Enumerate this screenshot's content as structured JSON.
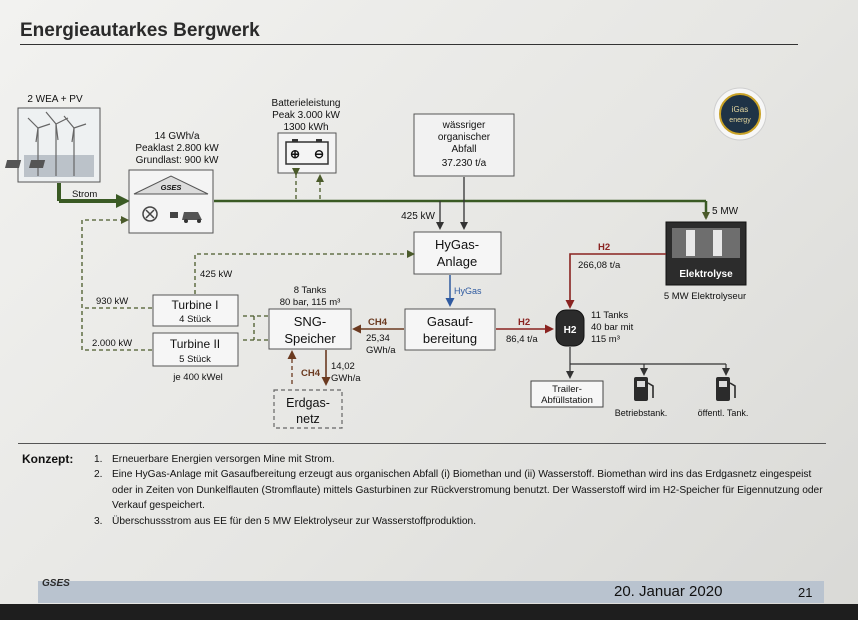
{
  "title": "Energieautarkes Bergwerk",
  "labels": {
    "wea_pv": "2 WEA + PV",
    "strom": "Strom",
    "mine_line1": "14 GWh/a",
    "mine_line2": "Peaklast 2.800 kW",
    "mine_line3": "Grundlast: 900 kW",
    "gses_house": "GSES",
    "battery_line1": "Batterieleistung",
    "battery_line2": "Peak 3.000 kW",
    "battery_line3": "1300 kWh",
    "waste_line1": "wässriger",
    "waste_line2": "organischer",
    "waste_line3": "Abfall",
    "waste_line4": "37.230 t/a",
    "power_425_top": "425 kW",
    "power_5mw": "5 MW",
    "hygas_line1": "HyGas-",
    "hygas_line2": "Anlage",
    "elektrolyse_box": "Elektrolyse",
    "elektrolyse_caption": "5 MW Elektrolyseur",
    "h2_flow1_label": "H2",
    "h2_flow1_value": "266,08 t/a",
    "power_425_left": "425 kW",
    "turbine1_name": "Turbine I",
    "turbine1_count": "4 Stück",
    "turbine2_name": "Turbine II",
    "turbine2_count": "5 Stück",
    "turbine_note": "je 400 kWel",
    "power_930": "930 kW",
    "power_2000": "2.000 kW",
    "sng_tanks1": "8 Tanks",
    "sng_tanks2": "80 bar, 115 m³",
    "sng_line1": "SNG-",
    "sng_line2": "Speicher",
    "hygas_flow": "HyGas",
    "ch4_label": "CH4",
    "ch4_value1": "25,34",
    "ch4_value2": "GWh/a",
    "gas_line1": "Gasauf-",
    "gas_line2": "bereitung",
    "h2_flow2_label": "H2",
    "h2_flow2_value": "86,4 t/a",
    "h2_tank_label": "H2",
    "h2_tanks1": "11 Tanks",
    "h2_tanks2": "40 bar mit",
    "h2_tanks3": "115 m³",
    "ch4_down_label": "CH4",
    "ch4_down_value1": "14,02",
    "ch4_down_value2": "GWh/a",
    "erdgas_line1": "Erdgas-",
    "erdgas_line2": "netz",
    "trailer_line1": "Trailer-",
    "trailer_line2": "Abfüllstation",
    "betriebstank": "Betriebstank.",
    "oeffentl_tank": "öffentl. Tank.",
    "igas_line1": "iGas",
    "igas_line2": "energy"
  },
  "concept": {
    "heading": "Konzept:",
    "items": [
      {
        "num": "1.",
        "text": "Erneuerbare Energien versorgen Mine mit Strom."
      },
      {
        "num": "2.",
        "text": "Eine HyGas-Anlage mit Gasaufbereitung erzeugt aus organischen Abfall (i) Biomethan und (ii) Wasserstoff. Biomethan wird ins das Erdgasnetz eingespeist oder in Zeiten von Dunkelflauten (Stromflaute) mittels Gasturbinen zur Rückverstromung benutzt. Der Wasserstoff wird im H2-Speicher für Eigennutzung oder Verkauf gespeichert."
      },
      {
        "num": "3.",
        "text": "Überschussstrom aus EE für den 5 MW Elektrolyseur zur Wasserstoffproduktion."
      }
    ]
  },
  "footer": {
    "logo": "GSES",
    "date": "20. Januar 2020",
    "page": "21"
  },
  "colors": {
    "strom_line": "#3a5a24",
    "h2_line": "#8a2320",
    "ch4_line": "#6b3a20",
    "hygas_line": "#2f5aa0",
    "box_border": "#4d4d4d",
    "footer_bar": "#b9c3cf"
  }
}
